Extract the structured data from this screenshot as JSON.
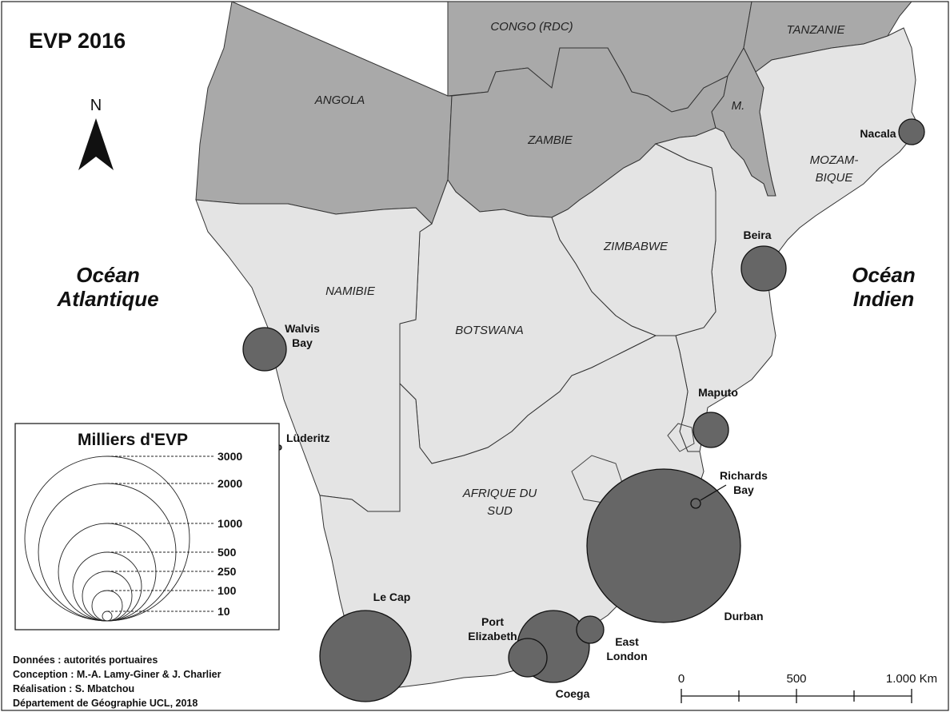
{
  "title": "EVP 2016",
  "north": "N",
  "oceans": {
    "atlantic": [
      "Océan",
      "Atlantique"
    ],
    "indian": [
      "Océan",
      "Indien"
    ]
  },
  "countries": {
    "angola": "ANGOLA",
    "congo": "CONGO (RDC)",
    "tanzanie": "TANZANIE",
    "zambie": "ZAMBIE",
    "malawi": "M.",
    "mozambique": [
      "MOZAM-",
      "BIQUE"
    ],
    "namibie": "NAMIBIE",
    "zimbabwe": "ZIMBABWE",
    "botswana": "BOTSWANA",
    "afrique_du_sud": [
      "AFRIQUE DU",
      "SUD"
    ]
  },
  "ports": [
    {
      "id": "nacala",
      "label": [
        "Nacala"
      ]
    },
    {
      "id": "beira",
      "label": [
        "Beira"
      ]
    },
    {
      "id": "walvis",
      "label": [
        "Walvis",
        "Bay"
      ]
    },
    {
      "id": "luderitz",
      "label": [
        "Lüderitz"
      ]
    },
    {
      "id": "maputo",
      "label": [
        "Maputo"
      ]
    },
    {
      "id": "richards",
      "label": [
        "Richards",
        "Bay"
      ]
    },
    {
      "id": "durban",
      "label": [
        "Durban"
      ]
    },
    {
      "id": "lecap",
      "label": [
        "Le Cap"
      ]
    },
    {
      "id": "portelizabeth",
      "label": [
        "Port",
        "Elizabeth"
      ]
    },
    {
      "id": "eastlondon",
      "label": [
        "East",
        "London"
      ]
    },
    {
      "id": "coega",
      "label": [
        "Coega"
      ]
    }
  ],
  "legend": {
    "title": "Milliers d'EVP",
    "values": [
      "3000",
      "2000",
      "1000",
      "500",
      "250",
      "100",
      "10"
    ]
  },
  "credits": [
    "Données : autorités portuaires",
    "Conception : M.-A. Lamy-Giner & J. Charlier",
    "Réalisation : S. Mbatchou",
    "Département de Géographie UCL, 2018"
  ],
  "scale": {
    "labels": [
      "0",
      "500",
      "1.000 Km"
    ]
  },
  "colors": {
    "dark_land": "#a9a9a9",
    "light_land": "#e4e4e4",
    "port_fill": "#666666",
    "sea": "#ffffff"
  }
}
